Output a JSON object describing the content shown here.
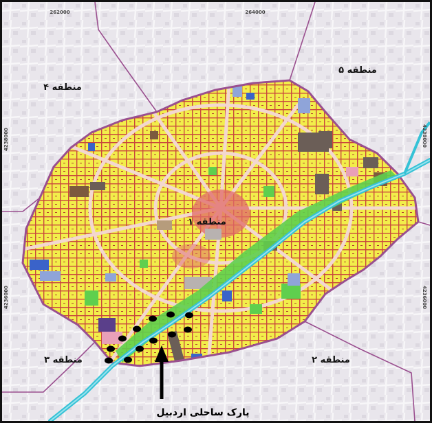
{
  "map": {
    "coords_top": [
      "262000",
      "264000"
    ],
    "coords_right": [
      "4238000",
      "4236000"
    ],
    "coords_left": [
      "4238000",
      "4236000"
    ],
    "zones": {
      "z1": "منطقه ۱",
      "z2": "منطقه ۲",
      "z3": "منطقه ۳",
      "z4": "منطقه ۴",
      "z5": "منطقه ۵"
    },
    "park_label": "پارک ساحلی اردبیل",
    "colors": {
      "residential": "#f2ee4a",
      "commercial": "#e06a6a",
      "river": "#35c2d6",
      "green": "#5fcf4e",
      "boundary": "#9a4f8f",
      "background": "#e9e6ec"
    }
  }
}
